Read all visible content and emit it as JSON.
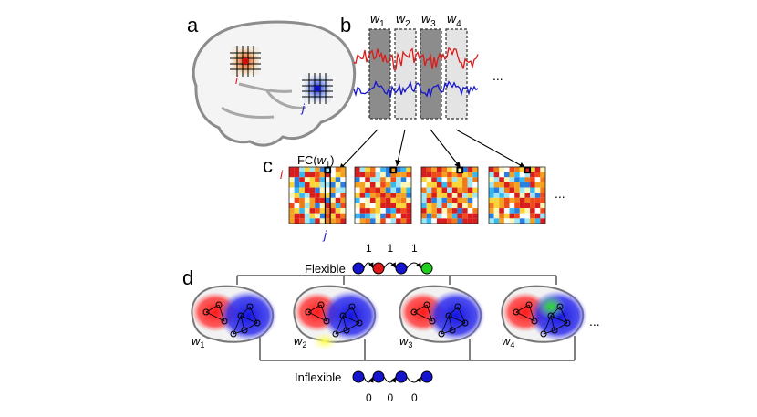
{
  "panels": {
    "a": "a",
    "b": "b",
    "c": "c",
    "d": "d"
  },
  "windows": {
    "labels": [
      "w",
      "w",
      "w",
      "w"
    ],
    "subscripts": [
      "1",
      "2",
      "3",
      "4"
    ],
    "ellipsis": "..."
  },
  "nodes": {
    "i": "i",
    "j": "j"
  },
  "fc": {
    "title_prefix": "FC(",
    "title_var": "w",
    "title_sub": "1",
    "title_suffix": ")",
    "row_label": "i",
    "col_label": "j",
    "ellipsis": "..."
  },
  "flexible": {
    "label": "Flexible",
    "node_colors": [
      "#1515d0",
      "#e01818",
      "#1515d0",
      "#1fd01f"
    ],
    "transition_values": [
      "1",
      "1",
      "1"
    ]
  },
  "inflexible": {
    "label": "Inflexible",
    "node_colors": [
      "#1515d0",
      "#1515d0",
      "#1515d0",
      "#1515d0"
    ],
    "transition_values": [
      "0",
      "0",
      "0"
    ]
  },
  "brains_d": {
    "labels": [
      "w",
      "w",
      "w",
      "w"
    ],
    "subscripts": [
      "1",
      "2",
      "3",
      "4"
    ],
    "ellipsis": "..."
  },
  "colors": {
    "signal_i": "#e01818",
    "signal_j": "#1515d0",
    "dark_window": "#8c8c8c",
    "light_window": "#e4e4e4",
    "brain_fill": "#f2f2f2",
    "brain_stroke": "#888888",
    "module_red": "#ff2a2a",
    "module_blue": "#2424e8",
    "module_yellow": "#ffff55",
    "module_green": "#33dd33"
  }
}
